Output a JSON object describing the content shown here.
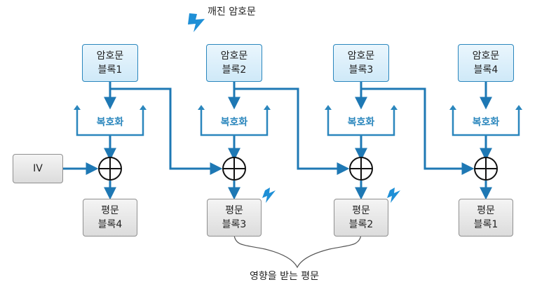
{
  "top_note": "깨진 암호문",
  "bottom_note": "영향을 받는 평문",
  "iv_label": "IV",
  "columns": [
    {
      "cipher_l1": "암호문",
      "cipher_l2": "블록1",
      "decrypt": "복호화",
      "plain_l1": "평문",
      "plain_l2": "블록4"
    },
    {
      "cipher_l1": "암호문",
      "cipher_l2": "블록2",
      "decrypt": "복호화",
      "plain_l1": "평문",
      "plain_l2": "블록3"
    },
    {
      "cipher_l1": "암호문",
      "cipher_l2": "블록3",
      "decrypt": "복호화",
      "plain_l1": "평문",
      "plain_l2": "블록2"
    },
    {
      "cipher_l1": "암호문",
      "cipher_l2": "블록4",
      "decrypt": "복호화",
      "plain_l1": "평문",
      "plain_l2": "블록1"
    }
  ],
  "colors": {
    "flow": "#1e78b4",
    "lightning": "#1e8fd6",
    "cipher_border": "#2a86bd",
    "plain_border": "#8f8f8f"
  },
  "icons": [
    "lightning-icon",
    "xor-icon",
    "arrow-icon"
  ]
}
